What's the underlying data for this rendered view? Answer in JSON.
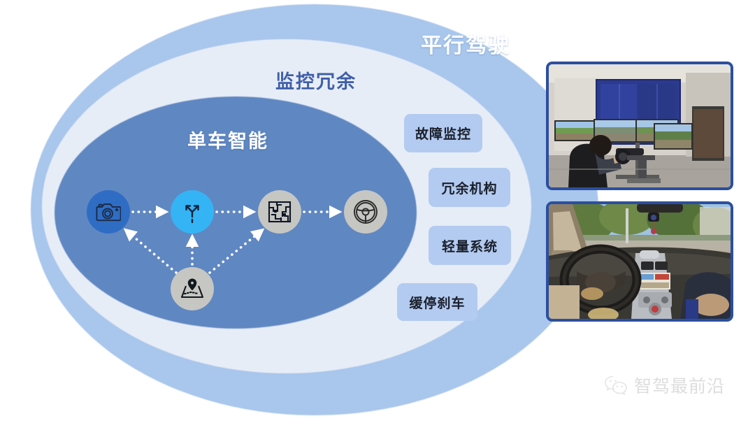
{
  "diagram": {
    "title_outer": "平行驾驶",
    "title_middle": "监控冗余",
    "title_inner": "单车智能",
    "colors": {
      "ellipse_outer": "#a9c6ec",
      "ellipse_middle": "#e7edf7",
      "ellipse_inner": "#5f87c2",
      "node_camera": "#2f6dc4",
      "node_path": "#34b4f5",
      "node_gray": "#c6c6c2",
      "tag_bg": "#b3cbf0",
      "photo_border": "#2c4f9e",
      "title_outer_color": "#ffffff",
      "title_middle_color": "#3f5fa8",
      "title_inner_color": "#ffffff"
    },
    "nodes": [
      {
        "id": "camera",
        "icon": "camera-icon",
        "label": ""
      },
      {
        "id": "path",
        "icon": "route-branch-icon",
        "label": ""
      },
      {
        "id": "chip",
        "icon": "circuit-chip-icon",
        "label": ""
      },
      {
        "id": "wheel",
        "icon": "steering-wheel-icon",
        "label": ""
      },
      {
        "id": "map",
        "icon": "map-pin-icon",
        "label": ""
      }
    ],
    "tags": [
      {
        "label": "故障监控"
      },
      {
        "label": "冗余机构"
      },
      {
        "label": "轻量系统"
      },
      {
        "label": "缓停刹车"
      }
    ],
    "photos": [
      {
        "id": "driving-simulator",
        "caption": ""
      },
      {
        "id": "vehicle-cabin",
        "caption": ""
      }
    ]
  },
  "watermark": {
    "text": "智驾最前沿",
    "icon": "wechat-icon"
  }
}
